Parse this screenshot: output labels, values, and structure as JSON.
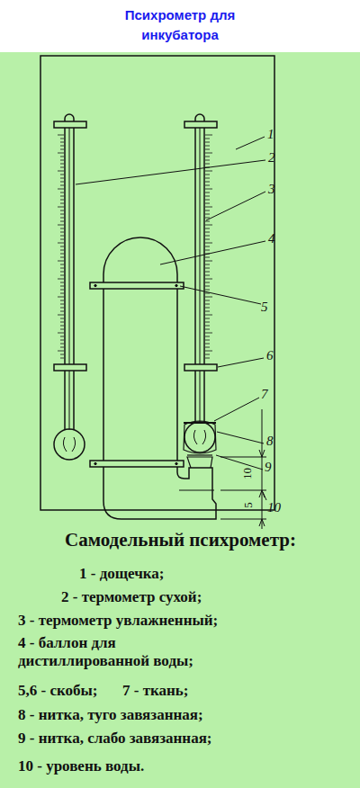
{
  "diagram": {
    "title": "Психрометр для инкубатора",
    "caption": "Самодельный психрометр:",
    "labels": [
      "1",
      "2",
      "3",
      "4",
      "5",
      "6",
      "7",
      "8",
      "9",
      "10",
      "10",
      "5",
      "1 - дощечка;",
      "2 - термометр сухой;",
      "3 - термометр увлажненный;",
      "4 - баллон для дистиллированной воды;",
      "5,6 - скобы;",
      "7 - ткань;",
      "8 - нитка, туго завязанная;",
      "9 - нитка, слабо завязанная;",
      "10 - уровень воды."
    ]
  }
}
